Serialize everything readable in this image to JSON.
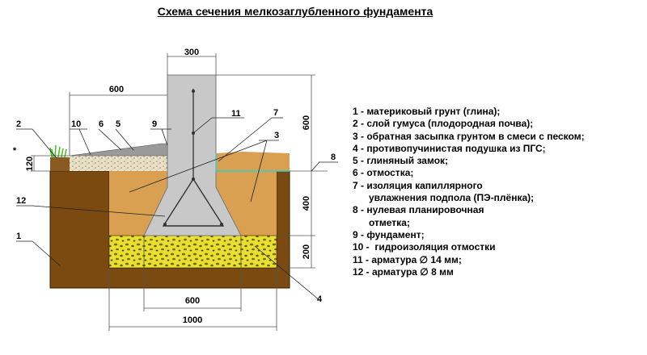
{
  "title": "Схема сечения мелкозаглубленного фундамента",
  "dimensions": {
    "top_width": "300",
    "slab_offset": "600",
    "wall_height": "600",
    "thickness_120": "120",
    "asterisk": "*",
    "depth_400": "400",
    "cushion_200": "200",
    "base_600": "600",
    "base_1000": "1000"
  },
  "callouts": {
    "n1": "1",
    "n2": "2",
    "n3": "3",
    "n4": "4",
    "n5": "5",
    "n6": "6",
    "n7": "7",
    "n8": "8",
    "n9": "9",
    "n10": "10",
    "n11": "11",
    "n12": "12"
  },
  "legend": [
    "1 - материковый грунт (глина);",
    "2 - слой гумуса (плодородная почва);",
    "3 - обратная засыпка грунтом в смеси с песком;",
    "4 - противопучинистая подушка из ПГС;",
    "5 - глиняный замок;",
    "6 - отмостка;",
    "7 - изоляция капиллярного",
    "      увлажнения подпола (ПЭ-плёнка);",
    "8 - нулевая планировочная",
    "      отметка;",
    "9 - фундамент;",
    "10 -  гидроизоляция отмостки",
    "11 - арматура ∅ 14 мм;",
    "12 - арматура ∅ 8 мм"
  ],
  "colors": {
    "clay": "#7a4a10",
    "backfill": "#d8a050",
    "cushion": "#e8e030",
    "concrete": "#c8c8c8",
    "grass": "#44bb22"
  }
}
